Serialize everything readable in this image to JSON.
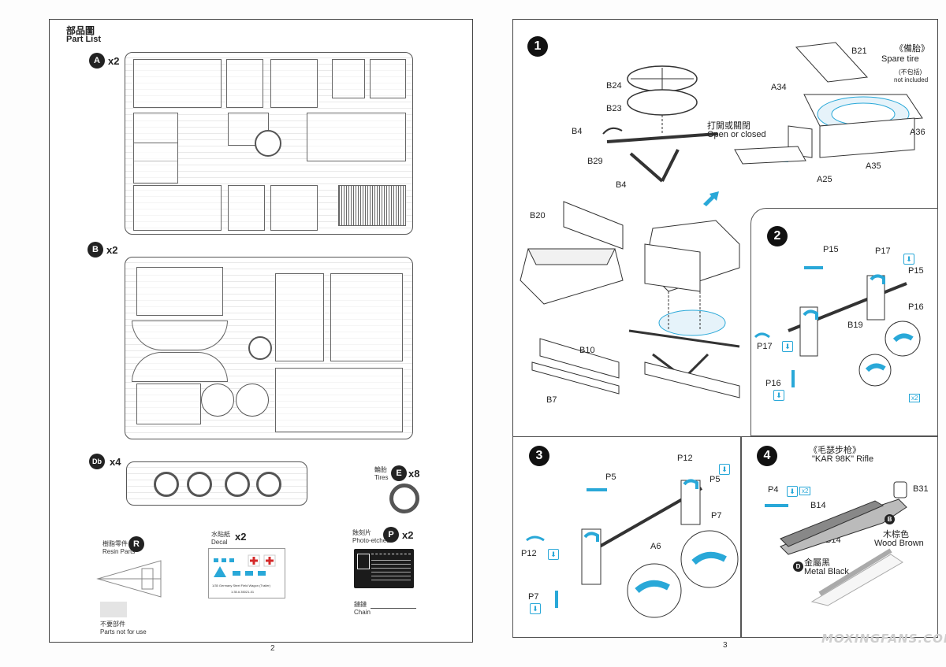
{
  "left_page": {
    "title_cn": "部品圖",
    "title_en": "Part List",
    "sprues": [
      {
        "id": "A",
        "qty": "x2"
      },
      {
        "id": "B",
        "qty": "x2"
      },
      {
        "id": "Db",
        "qty": "x4"
      }
    ],
    "tires": {
      "cn": "輪胎",
      "en": "Tires",
      "id": "E",
      "qty": "x8"
    },
    "resin": {
      "cn": "樹脂零件",
      "en": "Resin Parts",
      "id": "R"
    },
    "decal": {
      "cn": "水貼紙",
      "en": "Decal",
      "qty": "x2",
      "caption": "1/35 Germany Steel Field Wagon (Trailer)",
      "code": "1:35 A 35021-01"
    },
    "photo_etched": {
      "cn": "蝕刻片",
      "en": "Photo-etched",
      "id": "P",
      "qty": "x2"
    },
    "chain": {
      "cn": "鏈鏈",
      "en": "Chain"
    },
    "not_for_use": {
      "cn": "不要部件",
      "en": "Parts not for use"
    },
    "page_number": "2"
  },
  "right_page": {
    "steps": [
      {
        "num": "1",
        "labels": {
          "b24": "B24",
          "b23": "B23",
          "b4a": "B4",
          "b29": "B29",
          "b4b": "B4",
          "b20": "B20",
          "b10": "B10",
          "b7": "B7",
          "b21": "B21",
          "a34": "A34",
          "a36": "A36",
          "a35": "A35",
          "a25": "A25"
        },
        "spare_tire_cn": "《備胎》",
        "spare_tire_en": "Spare tire",
        "not_included_cn": "(不包括)",
        "not_included_en": "not included",
        "open_closed_cn": "打開或關閉",
        "open_closed_en": "Open or closed"
      },
      {
        "num": "2",
        "labels": {
          "p15a": "P15",
          "p17a": "P17",
          "p15b": "P15",
          "p16a": "P16",
          "b19": "B19",
          "p17b": "P17",
          "p16b": "P16"
        },
        "multiplier": "x2"
      },
      {
        "num": "3",
        "labels": {
          "p12a": "P12",
          "p5a": "P5",
          "p5b": "P5",
          "p7a": "P7",
          "a6": "A6",
          "p12b": "P12",
          "p7b": "P7"
        }
      },
      {
        "num": "4",
        "title_cn": "《毛瑟步枪》",
        "title_en": "\"KAR 98K\" Rifle",
        "labels": {
          "p4": "P4",
          "x2": "x2",
          "b31": "B31",
          "b14a": "B14",
          "b14b": "B14"
        },
        "paint_b": {
          "id": "B",
          "cn": "木棕色",
          "en": "Wood Brown"
        },
        "paint_d": {
          "id": "D",
          "cn": "金屬黑",
          "en": "Metal Black"
        }
      }
    ],
    "page_number": "3",
    "watermark": "MOXINGFANS.COM"
  },
  "colors": {
    "accent": "#29a8d8",
    "ink": "#222222",
    "decal_red": "#d42a2a",
    "decal_cyan": "#29a8d8"
  }
}
